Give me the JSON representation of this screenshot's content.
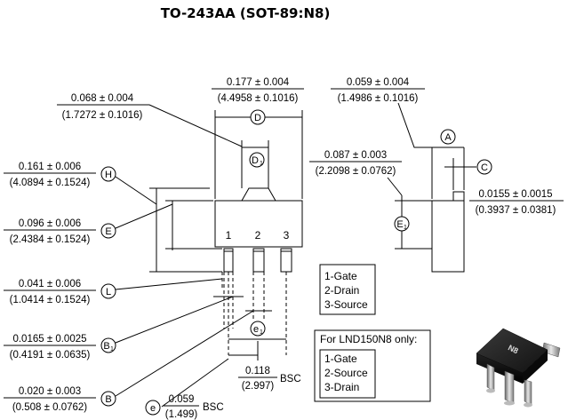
{
  "title": "TO-243AA (SOT-89:N8)",
  "dimensions": {
    "D_top": "0.177 ± 0.004",
    "D_bottom": "(4.4958 ± 0.1016)",
    "A_top": "0.059 ± 0.004",
    "A_bottom": "(1.4986 ± 0.1016)",
    "D1_top": "0.068 ± 0.004",
    "D1_bottom": "(1.7272 ± 0.1016)",
    "H_top": "0.161 ± 0.006",
    "H_bottom": "(4.0894 ± 0.1524)",
    "E1_top": "0.087 ± 0.003",
    "E1_bottom": "(2.2098 ± 0.0762)",
    "C_top": "0.0155 ± 0.0015",
    "C_bottom": "(0.3937 ± 0.0381)",
    "E_top": "0.096 ± 0.006",
    "E_bottom": "(2.4384 ± 0.1524)",
    "L_top": "0.041 ± 0.006",
    "L_bottom": "(1.0414 ± 0.1524)",
    "B1_top": "0.0165 ± 0.0025",
    "B1_bottom": "(0.4191 ± 0.0635)",
    "B_top": "0.020 ± 0.003",
    "B_bottom": "(0.508 ± 0.0762)",
    "e1_top": "0.118",
    "e1_bottom": "(2.997)",
    "e1_suffix": "BSC",
    "e_top": "0.059",
    "e_bottom": "(1.499)",
    "e_suffix": "BSC"
  },
  "labels": {
    "D": "D",
    "D1": "D",
    "D1_sub": "1",
    "A": "A",
    "C": "C",
    "H": "H",
    "E": "E",
    "E1": "E",
    "E1_sub": "1",
    "L": "L",
    "B1": "B",
    "B1_sub": "1",
    "B": "B",
    "e1": "e",
    "e1_sub": "1",
    "e": "e"
  },
  "pins": [
    "1",
    "2",
    "3"
  ],
  "pinout_default": [
    "1-Gate",
    "2-Drain",
    "3-Source"
  ],
  "pinout_lnd_heading": "For LND150N8 only:",
  "pinout_lnd": [
    "1-Gate",
    "2-Source",
    "3-Drain"
  ],
  "photo_marking": "N8"
}
